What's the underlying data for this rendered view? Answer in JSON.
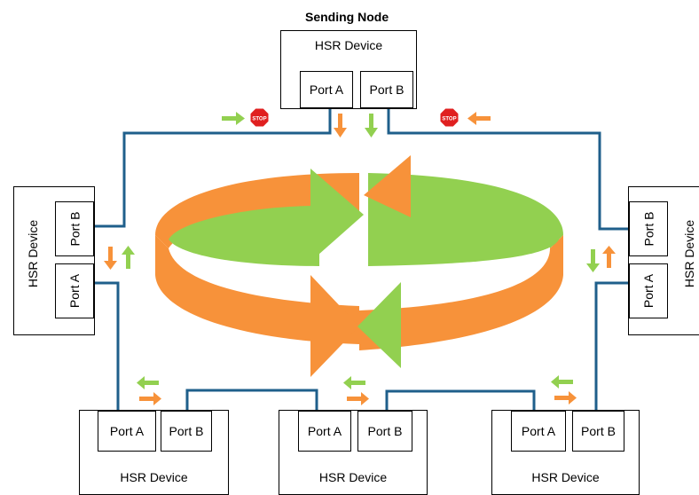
{
  "title": "Sending Node",
  "device_label": "HSR Device",
  "port_a": "Port A",
  "port_b": "Port B",
  "stop_text": "STOP",
  "colors": {
    "link": "#1f5f8b",
    "orange": "#f7923a",
    "green": "#92d050",
    "stop": "#e02020"
  },
  "icons": [
    "stop-icon",
    "arrow-right-icon",
    "arrow-left-icon",
    "arrow-up-icon",
    "arrow-down-icon",
    "ring-arrow-icon"
  ]
}
